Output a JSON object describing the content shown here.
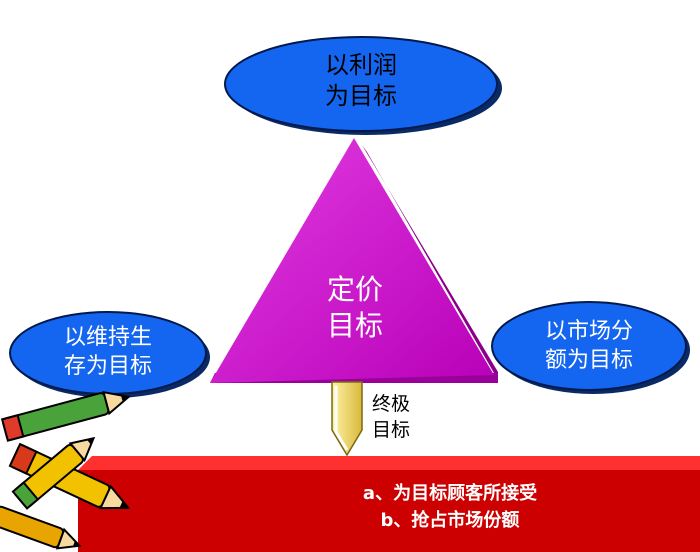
{
  "top_ellipse": {
    "line1": "以利润",
    "line2": "为目标"
  },
  "left_ellipse": {
    "line1": "以维持生",
    "line2": "存为目标"
  },
  "right_ellipse": {
    "line1": "以市场分",
    "line2": "额为目标"
  },
  "triangle": {
    "line1": "定价",
    "line2": "目标"
  },
  "arrow_label": {
    "line1": "终极",
    "line2": "目标"
  },
  "bottom_box": {
    "item_a": "a、为目标顾客所接受",
    "item_b": "b、抢占市场份额"
  },
  "colors": {
    "ellipse_fill": "#1466f0",
    "triangle_fill": "#cc00cc",
    "box_fill": "#cc0000",
    "arrow_fill": "#f5e07a"
  }
}
